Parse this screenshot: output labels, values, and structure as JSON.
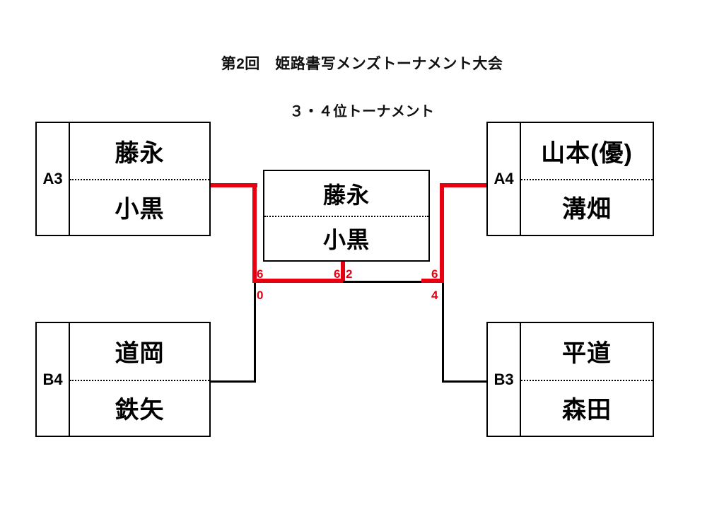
{
  "header": {
    "main_title": "第2回　姫路書写メンズトーナメント大会",
    "sub_title": "３・４位トーナメント"
  },
  "colors": {
    "winner_path": "#e60012",
    "line": "#000000",
    "background": "#ffffff"
  },
  "bracket": {
    "entries": [
      {
        "id": "a3",
        "seed": "A3",
        "players": [
          "藤永",
          "小黒"
        ],
        "side": "left",
        "position": "top",
        "winner": true
      },
      {
        "id": "b4",
        "seed": "B4",
        "players": [
          "道岡",
          "鉄矢"
        ],
        "side": "left",
        "position": "bottom",
        "winner": false
      },
      {
        "id": "a4",
        "seed": "A4",
        "players": [
          "山本(優)",
          "溝畑"
        ],
        "side": "right",
        "position": "top",
        "winner": true
      },
      {
        "id": "b3",
        "seed": "B3",
        "players": [
          "平道",
          "森田"
        ],
        "side": "right",
        "position": "bottom",
        "winner": false
      }
    ],
    "final": {
      "players": [
        "藤永",
        "小黒"
      ],
      "label": "champion-box"
    },
    "scores": {
      "left_semifinal": {
        "winner": "6",
        "loser": "0"
      },
      "final_left": {
        "winner": "6",
        "loser": "2"
      },
      "right_semifinal": {
        "winner": "6",
        "loser": "4"
      }
    }
  }
}
